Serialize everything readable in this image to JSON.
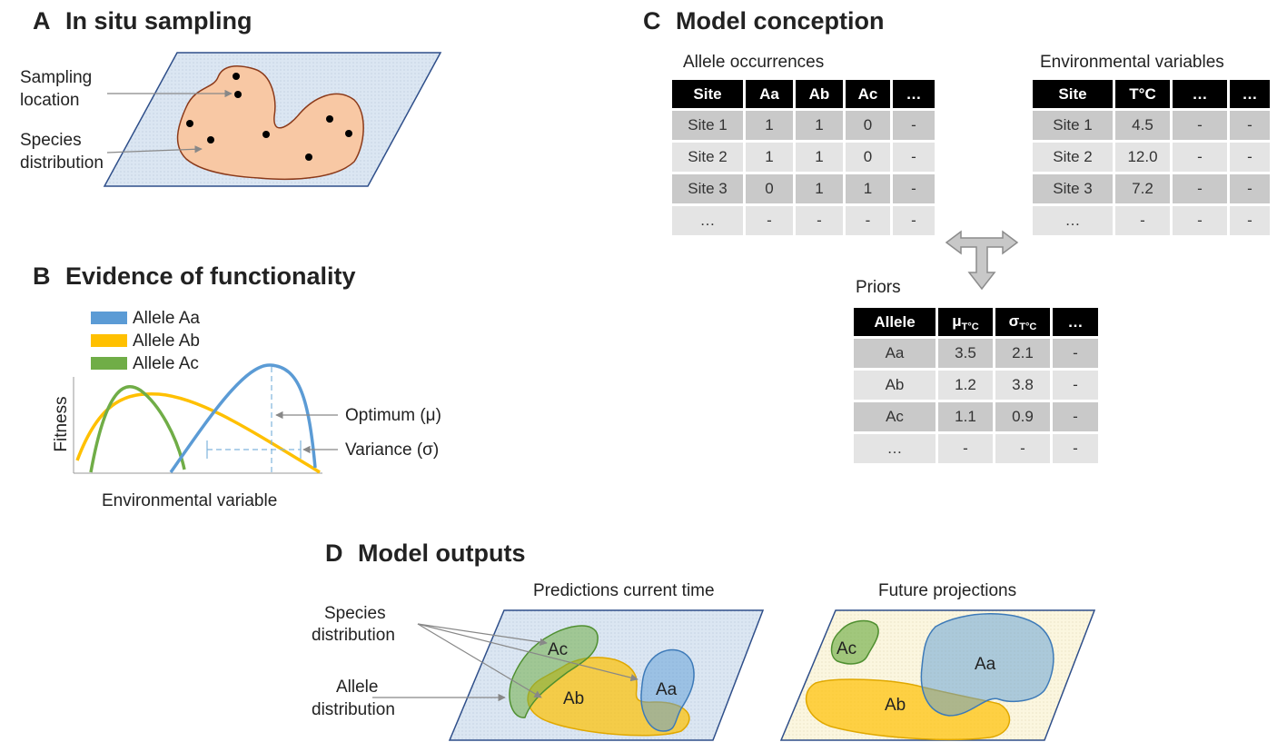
{
  "panels": {
    "a": {
      "letter": "A",
      "title": "In situ sampling",
      "labels": {
        "sampling": [
          "Sampling",
          "location"
        ],
        "species": [
          "Species",
          "distribution"
        ]
      }
    },
    "b": {
      "letter": "B",
      "title": "Evidence of functionality",
      "legend": [
        {
          "label": "Allele Aa",
          "color": "#5b9bd5"
        },
        {
          "label": "Allele Ab",
          "color": "#ffc000"
        },
        {
          "label": "Allele Ac",
          "color": "#70ad47"
        }
      ],
      "ylabel": "Fitness",
      "xlabel": "Environmental variable",
      "annotations": {
        "optimum": "Optimum (μ)",
        "variance": "Variance (σ)"
      }
    },
    "c": {
      "letter": "C",
      "title": "Model conception",
      "allele_table": {
        "caption": "Allele occurrences",
        "headers": [
          "Site",
          "Aa",
          "Ab",
          "Ac",
          "…"
        ],
        "rows": [
          [
            "Site 1",
            "1",
            "1",
            "0",
            "-"
          ],
          [
            "Site 2",
            "1",
            "1",
            "0",
            "-"
          ],
          [
            "Site 3",
            "0",
            "1",
            "1",
            "-"
          ],
          [
            "…",
            "-",
            "-",
            "-",
            "-"
          ]
        ]
      },
      "env_table": {
        "caption": "Environmental variables",
        "headers": [
          "Site",
          "T°C",
          "…",
          "…"
        ],
        "rows": [
          [
            "Site 1",
            "4.5",
            "-",
            "-"
          ],
          [
            "Site 2",
            "12.0",
            "-",
            "-"
          ],
          [
            "Site 3",
            "7.2",
            "-",
            "-"
          ],
          [
            "…",
            "-",
            "-",
            "-"
          ]
        ]
      },
      "priors_table": {
        "caption": "Priors",
        "headers": [
          "Allele",
          "μ",
          "T°C",
          "σ",
          "T°C",
          "…"
        ],
        "rows": [
          [
            "Aa",
            "3.5",
            "2.1",
            "-"
          ],
          [
            "Ab",
            "1.2",
            "3.8",
            "-"
          ],
          [
            "Ac",
            "1.1",
            "0.9",
            "-"
          ],
          [
            "…",
            "-",
            "-",
            "-"
          ]
        ]
      }
    },
    "d": {
      "letter": "D",
      "title": "Model outputs",
      "current_caption": "Predictions current time",
      "future_caption": "Future projections",
      "labels": {
        "species": [
          "Species",
          "distribution"
        ],
        "allele": [
          "Allele",
          "distribution"
        ]
      },
      "regions": {
        "ac": "Ac",
        "ab": "Ab",
        "aa": "Aa"
      }
    }
  },
  "colors": {
    "aa": "#5b9bd5",
    "ab": "#ffc000",
    "ac": "#70ad47",
    "species_fill": "#f8c8a4",
    "species_stroke": "#8b3a1a",
    "map_current": "#dbe6f2",
    "map_future": "#fbf6df",
    "map_stroke": "#2f4f8a"
  }
}
